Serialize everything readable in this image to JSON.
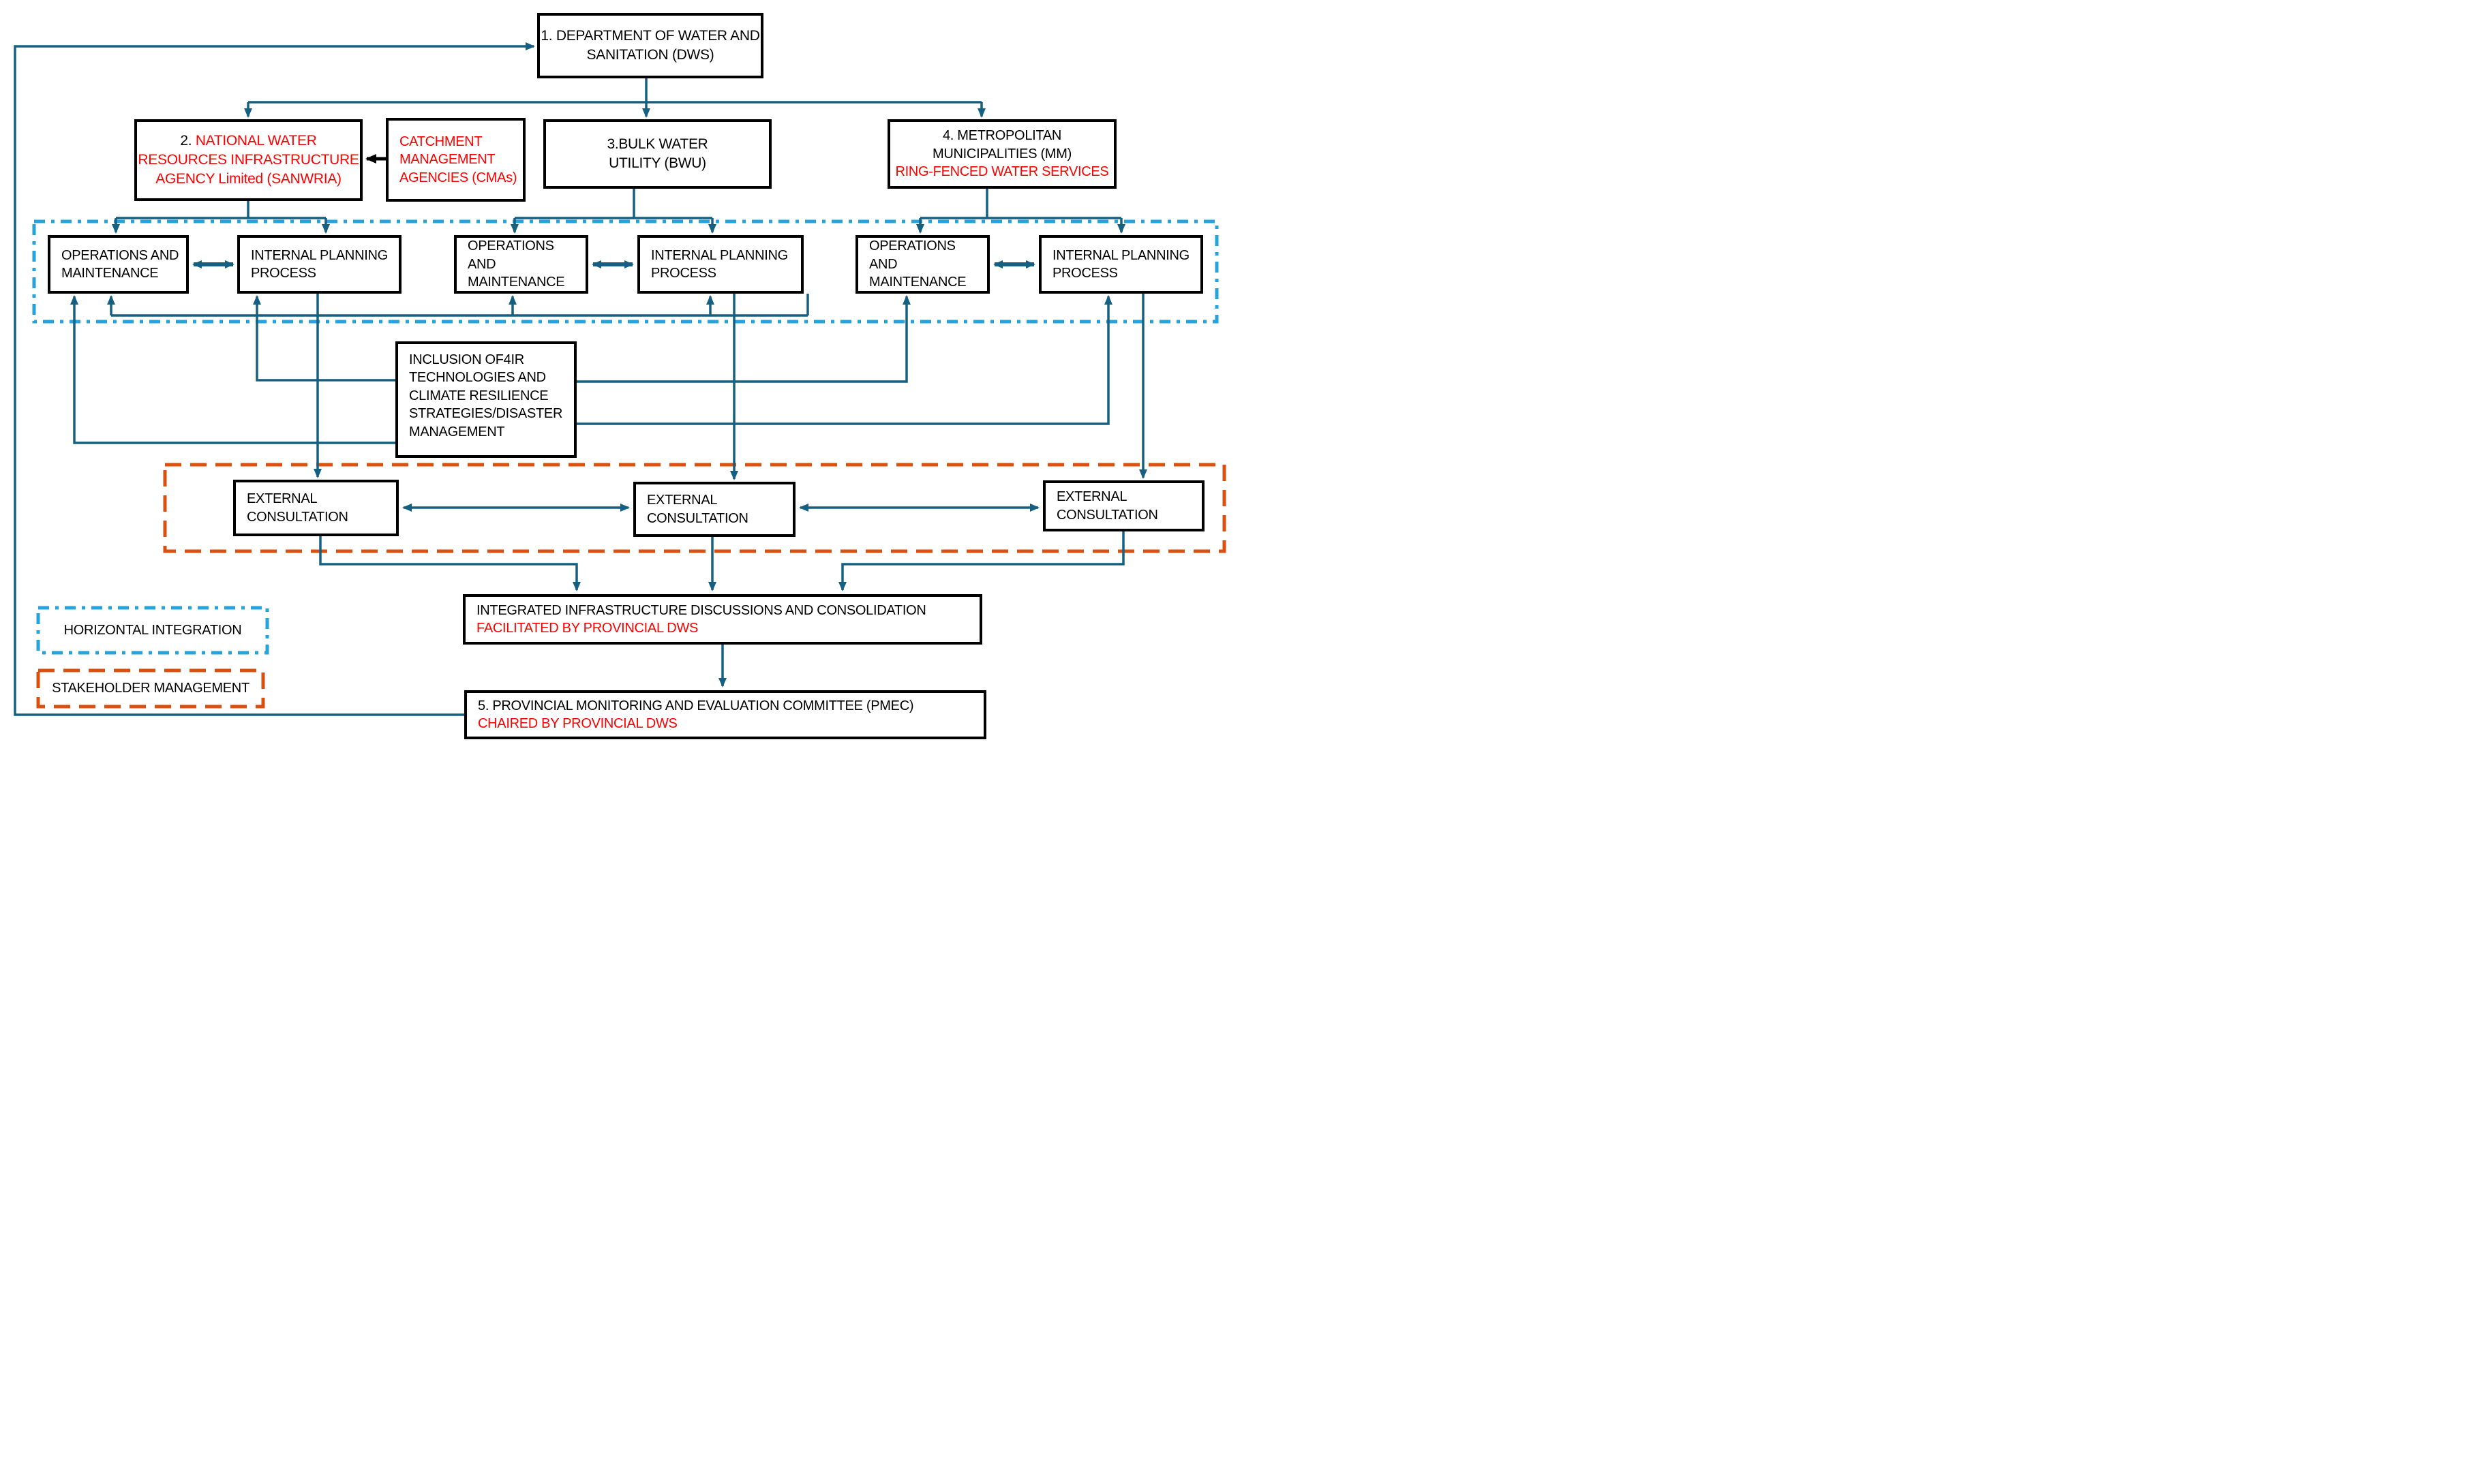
{
  "colors": {
    "arrow_teal": "#156082",
    "horizontal_integration_blue": "#25A3DC",
    "stakeholder_orange": "#D9500F",
    "emphasis_red": "#FF0000",
    "box_border_black": "#000000"
  },
  "nodes": {
    "dws": {
      "line1": "1.  DEPARTMENT OF WATER AND",
      "line2": "SANITATION  (DWS)"
    },
    "sanwria": {
      "num": "2. ",
      "line1": "NATIONAL  WATER",
      "line2": "RESOURCES INFRASTRUCTURE",
      "line3": "AGENCY  Limited  (SANWRIA)"
    },
    "cma": {
      "line1": "CATCHMENT",
      "line2": "MANAGEMENT",
      "line3": "AGENCIES (CMAs)"
    },
    "bwu": {
      "line1": "3.BULK WATER",
      "line2": "UTILITY (BWU)"
    },
    "mm": {
      "line1": "4. METROPOLITAN",
      "line2": "MUNICIPALITIES (MM)",
      "line3": "RING-FENCED WATER SERVICES"
    },
    "om": {
      "line1": "OPERATIONS AND",
      "line2": "MAINTENANCE"
    },
    "ipp": {
      "line1": "INTERNAL PLANNING",
      "line2": "PROCESS"
    },
    "inclusion": {
      "line1": "INCLUSION OF4IR",
      "line2": "TECHNOLOGIES AND",
      "line3": "CLIMATE RESILIENCE",
      "line4": "STRATEGIES/DISASTER",
      "line5": "MANAGEMENT"
    },
    "ec": {
      "line1": "EXTERNAL",
      "line2": "CONSULTATION"
    },
    "integrated": {
      "line1": "INTEGRATED INFRASTRUCTURE DISCUSSIONS AND CONSOLIDATION",
      "line2": "FACILITATED BY PROVINCIAL DWS"
    },
    "pmec": {
      "line1": "5. PROVINCIAL MONITORING AND EVALUATION COMMITTEE (PMEC)",
      "line2": "CHAIRED BY PROVINCIAL DWS"
    }
  },
  "legend": {
    "horizontal_integration": "HORIZONTAL INTEGRATION",
    "stakeholder_management": "STAKEHOLDER MANAGEMENT"
  }
}
